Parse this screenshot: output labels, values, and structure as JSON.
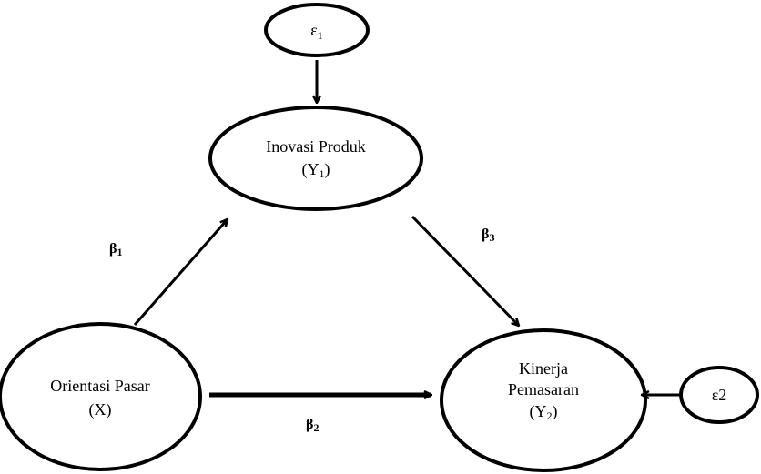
{
  "nodes": {
    "e1": {
      "label": "ε",
      "sub": "1"
    },
    "y1": {
      "line1": "Inovasi Produk",
      "line2_pre": "(Y",
      "line2_sub": "1",
      "line2_post": ")"
    },
    "x": {
      "line1": "Orientasi Pasar",
      "line2": "(X)"
    },
    "y2": {
      "line1": "Kinerja",
      "line2": "Pemasaran",
      "line3_pre": "(Y",
      "line3_sub": "2",
      "line3_post": ")"
    },
    "e2": {
      "label": "ε2"
    }
  },
  "paths": {
    "b1": {
      "label": "β",
      "sub": "1"
    },
    "b2": {
      "label": "β",
      "sub": "2"
    },
    "b3": {
      "label": "β",
      "sub": "3"
    }
  },
  "colors": {
    "stroke": "#000000",
    "background": "#ffffff"
  }
}
